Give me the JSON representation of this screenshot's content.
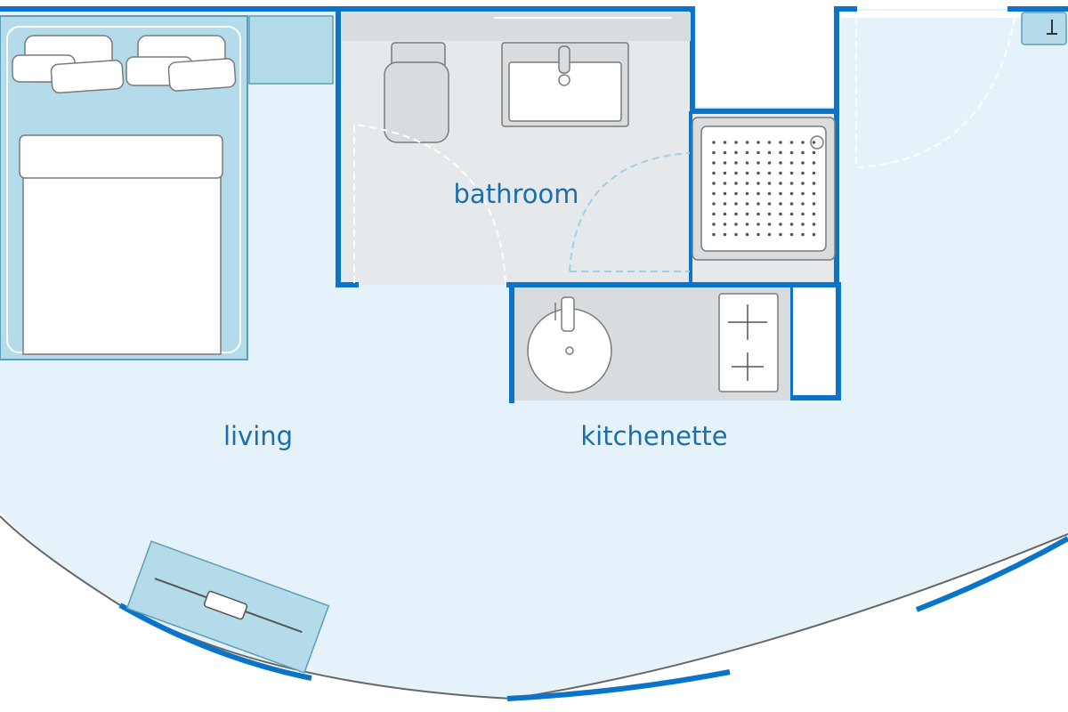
{
  "rooms": {
    "bathroom": "bathroom",
    "living": "living",
    "kitchenette": "kitchenette"
  },
  "colors": {
    "wall": "#0a74c9",
    "floor": "#e6f2fa",
    "furniture": "#b3dbe9",
    "furniture_stroke": "#5e9db8",
    "fixture_grey": "#d9dcdf",
    "label": "#1a6fa8"
  },
  "icons": [
    "bed-icon",
    "pillow-icon",
    "toilet-icon",
    "washbasin-icon",
    "shower-tray-icon",
    "kitchen-sink-icon",
    "cooktop-icon",
    "desk-icon",
    "wardrobe-icon",
    "door-swing-icon"
  ]
}
